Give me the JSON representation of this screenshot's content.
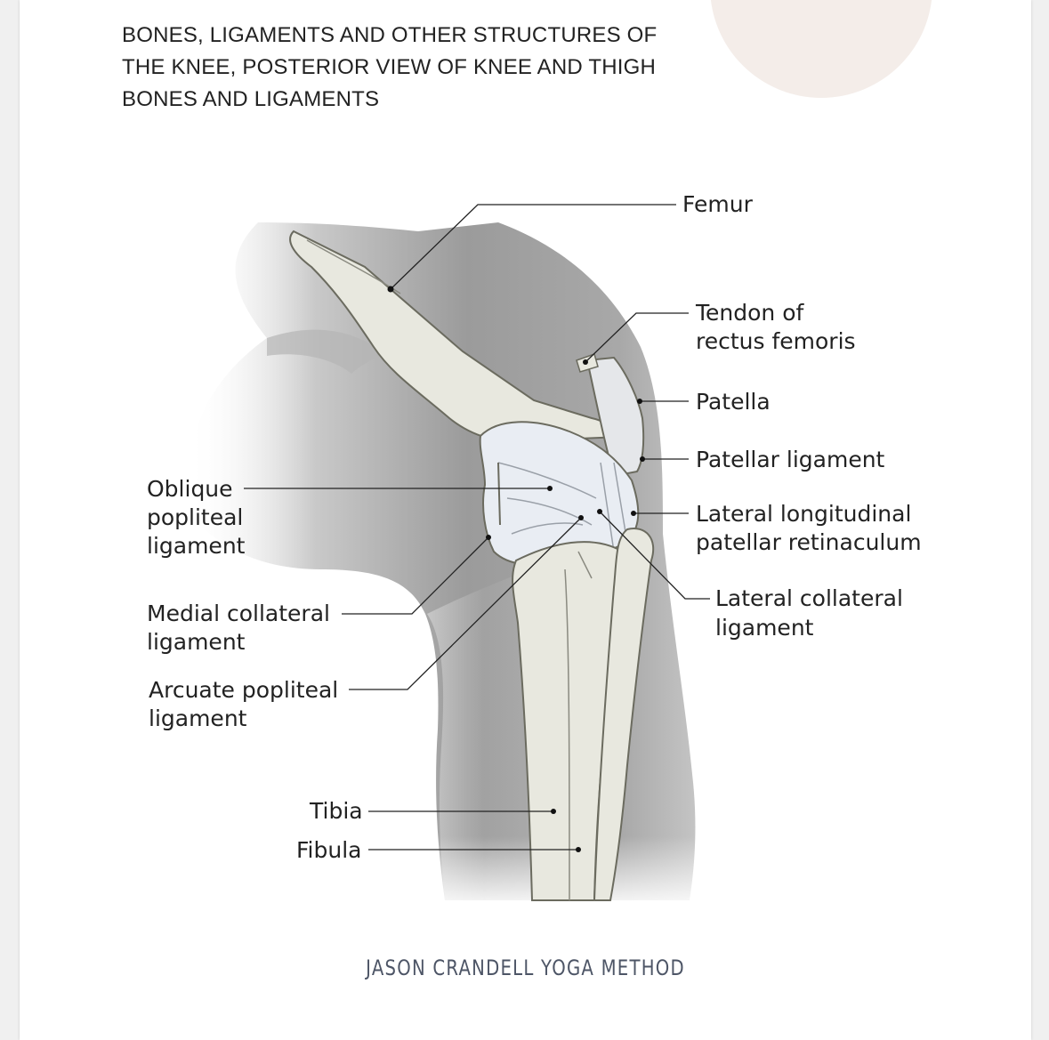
{
  "page": {
    "title_lines": [
      "BONES, LIGAMENTS AND OTHER STRUCTURES OF",
      "THE KNEE, POSTERIOR VIEW OF KNEE AND THIGH",
      "BONES AND LIGAMENTS"
    ],
    "footer": "JASON CRANDELL YOGA METHOD"
  },
  "diagram": {
    "labels": {
      "femur": [
        "Femur"
      ],
      "tendon_rectus_femoris": [
        "Tendon of",
        "rectus femoris"
      ],
      "patella": [
        "Patella"
      ],
      "patellar_ligament": [
        "Patellar ligament"
      ],
      "lateral_longitudinal_retinaculum": [
        "Lateral longitudinal",
        "patellar retinaculum"
      ],
      "lateral_collateral_ligament": [
        "Lateral collateral",
        "ligament"
      ],
      "oblique_popliteal_ligament": [
        "Oblique",
        "popliteal",
        "ligament"
      ],
      "medial_collateral_ligament": [
        "Medial collateral",
        "ligament"
      ],
      "arcuate_popliteal_ligament": [
        "Arcuate popliteal",
        "ligament"
      ],
      "tibia": [
        "Tibia"
      ],
      "fibula": [
        "Fibula"
      ]
    },
    "colors": {
      "skin_shade": "#9a9a9a",
      "bone": "#e8e8df",
      "ligament": "#e9edf3",
      "leader_line": "#222222"
    }
  }
}
